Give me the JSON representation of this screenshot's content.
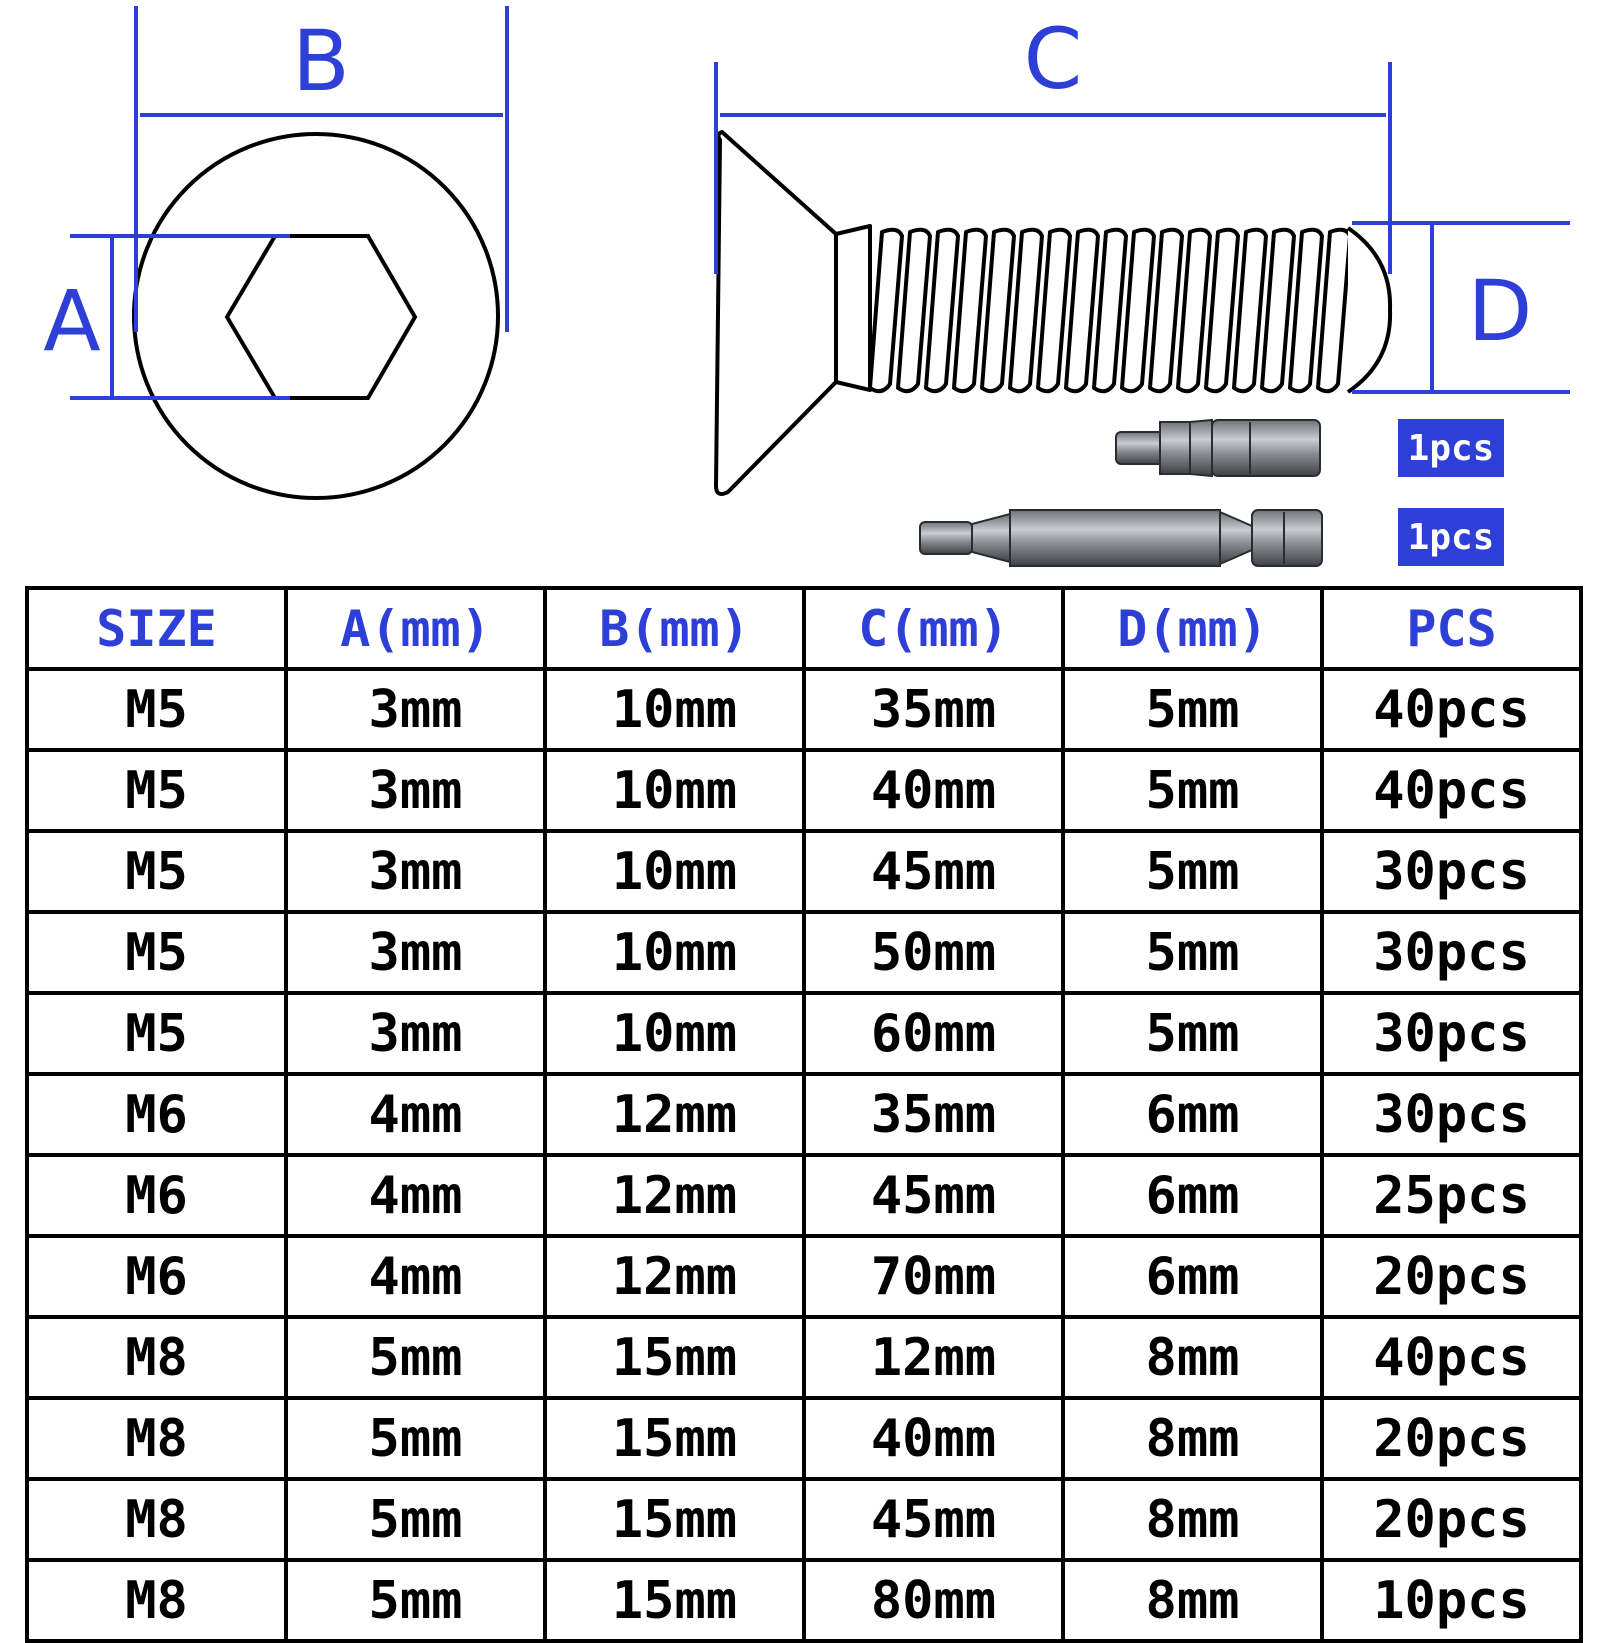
{
  "colors": {
    "accent": "#2d3fd6",
    "line": "#000000",
    "background": "#ffffff"
  },
  "diagram": {
    "labels": {
      "a": "A",
      "b": "B",
      "c": "C",
      "d": "D"
    },
    "icons": [
      "screw-head-top-view-icon",
      "hex-socket-icon",
      "countersunk-screw-side-view-icon",
      "short-hex-bit-icon",
      "long-hex-bit-icon"
    ]
  },
  "badges": {
    "short_bit": "1pcs",
    "long_bit": "1pcs"
  },
  "table": {
    "headers": [
      "SIZE",
      "A(mm)",
      "B(mm)",
      "C(mm)",
      "D(mm)",
      "PCS"
    ],
    "rows": [
      [
        "M5",
        "3mm",
        "10mm",
        "35mm",
        "5mm",
        "40pcs"
      ],
      [
        "M5",
        "3mm",
        "10mm",
        "40mm",
        "5mm",
        "40pcs"
      ],
      [
        "M5",
        "3mm",
        "10mm",
        "45mm",
        "5mm",
        "30pcs"
      ],
      [
        "M5",
        "3mm",
        "10mm",
        "50mm",
        "5mm",
        "30pcs"
      ],
      [
        "M5",
        "3mm",
        "10mm",
        "60mm",
        "5mm",
        "30pcs"
      ],
      [
        "M6",
        "4mm",
        "12mm",
        "35mm",
        "6mm",
        "30pcs"
      ],
      [
        "M6",
        "4mm",
        "12mm",
        "45mm",
        "6mm",
        "25pcs"
      ],
      [
        "M6",
        "4mm",
        "12mm",
        "70mm",
        "6mm",
        "20pcs"
      ],
      [
        "M8",
        "5mm",
        "15mm",
        "12mm",
        "8mm",
        "40pcs"
      ],
      [
        "M8",
        "5mm",
        "15mm",
        "40mm",
        "8mm",
        "20pcs"
      ],
      [
        "M8",
        "5mm",
        "15mm",
        "45mm",
        "8mm",
        "20pcs"
      ],
      [
        "M8",
        "5mm",
        "15mm",
        "80mm",
        "8mm",
        "10pcs"
      ]
    ]
  }
}
